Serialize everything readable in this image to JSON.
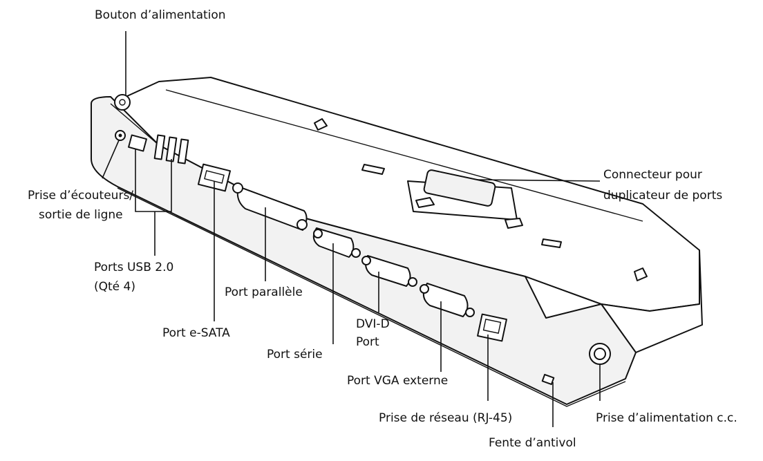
{
  "labels": {
    "power_button": "Bouton d’alimentation",
    "headphone_jack_line1": "Prise d’écouteurs/",
    "headphone_jack_line2": "sortie de ligne",
    "usb_ports_line1": "Ports USB 2.0",
    "usb_ports_line2": "(Qté 4)",
    "esata_port": "Port e-SATA",
    "parallel_port": "Port parallèle",
    "serial_port": "Port série",
    "dvi_port_line1": "DVI-D",
    "dvi_port_line2": "Port",
    "vga_port": "Port VGA externe",
    "network_jack": "Prise de réseau (RJ-45)",
    "lock_slot": "Fente d’antivol",
    "dc_power_jack": "Prise d’alimentation c.c.",
    "dock_connector_line1": "Connecteur pour",
    "dock_connector_line2": "duplicateur de ports"
  }
}
